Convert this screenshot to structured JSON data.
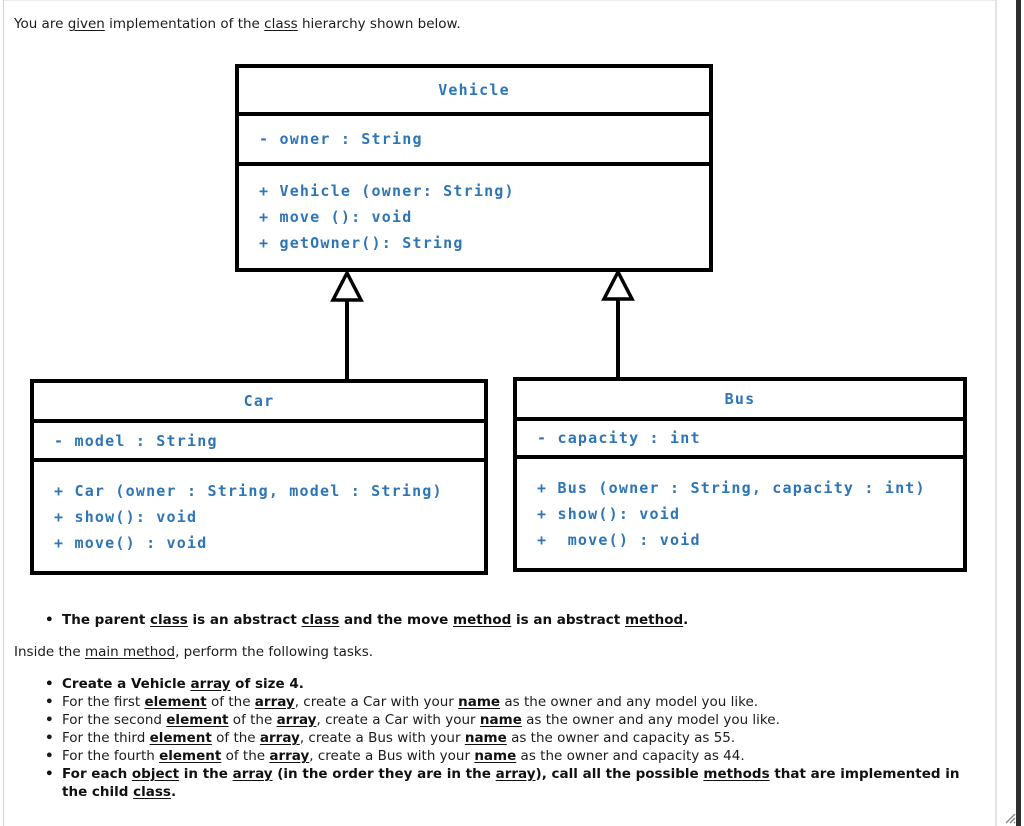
{
  "colors": {
    "diagram_text": "#2E75B6",
    "diagram_border": "#000000",
    "body_text": "#1b1b1b"
  },
  "intro": {
    "segments": [
      {
        "t": "You are "
      },
      {
        "t": "given",
        "u": true
      },
      {
        "t": " implementation of the "
      },
      {
        "t": "class",
        "u": true
      },
      {
        "t": " hierarchy shown below."
      }
    ]
  },
  "diagram": {
    "classes": [
      {
        "name": "Vehicle",
        "attribute": "- owner : String",
        "methods": [
          "+ Vehicle (owner: String)",
          "+ move (): void",
          "+ getOwner(): String"
        ]
      },
      {
        "name": "Car",
        "attribute": "- model : String",
        "methods": [
          "+ Car (owner : String, model : String)",
          "+ show(): void",
          "+ move() : void"
        ]
      },
      {
        "name": "Bus",
        "attribute": "- capacity : int",
        "methods": [
          "+ Bus (owner : String, capacity : int)",
          "+ show(): void",
          "+  move() : void"
        ]
      }
    ],
    "relations": [
      {
        "from": "Car",
        "to": "Vehicle",
        "type": "inheritance"
      },
      {
        "from": "Bus",
        "to": "Vehicle",
        "type": "inheritance"
      }
    ]
  },
  "note": {
    "segments": [
      {
        "t": "The parent "
      },
      {
        "t": "class",
        "u": true
      },
      {
        "t": " is an abstract "
      },
      {
        "t": "class",
        "u": true
      },
      {
        "t": " and the move "
      },
      {
        "t": "method",
        "u": true
      },
      {
        "t": " is an abstract "
      },
      {
        "t": "method",
        "u": true
      },
      {
        "t": "."
      }
    ]
  },
  "tasks": {
    "intro_segments": [
      {
        "t": "Inside the "
      },
      {
        "t": "main method",
        "u": true
      },
      {
        "t": ", perform the following tasks."
      }
    ],
    "items": [
      {
        "segments": [
          {
            "t": "Create a Vehicle "
          },
          {
            "t": "array",
            "u": true
          },
          {
            "t": " of size 4."
          }
        ]
      },
      {
        "segments": [
          {
            "t": "For the first "
          },
          {
            "t": "element",
            "b": true,
            "u": true
          },
          {
            "t": " of the "
          },
          {
            "t": "array",
            "b": true,
            "u": true
          },
          {
            "t": ", create a Car with your "
          },
          {
            "t": "name",
            "b": true,
            "u": true
          },
          {
            "t": " as the owner and any model you like."
          }
        ]
      },
      {
        "segments": [
          {
            "t": "For the second "
          },
          {
            "t": "element",
            "b": true,
            "u": true
          },
          {
            "t": " of the "
          },
          {
            "t": "array",
            "b": true,
            "u": true
          },
          {
            "t": ", create a Car with your "
          },
          {
            "t": "name",
            "b": true,
            "u": true
          },
          {
            "t": " as the owner and any model you like."
          }
        ]
      },
      {
        "segments": [
          {
            "t": "For the third "
          },
          {
            "t": "element",
            "b": true,
            "u": true
          },
          {
            "t": " of the "
          },
          {
            "t": "array",
            "b": true,
            "u": true
          },
          {
            "t": ", create a Bus with your "
          },
          {
            "t": "name",
            "b": true,
            "u": true
          },
          {
            "t": " as the owner and capacity as 55."
          }
        ]
      },
      {
        "segments": [
          {
            "t": "For the fourth "
          },
          {
            "t": "element",
            "b": true,
            "u": true
          },
          {
            "t": " of the "
          },
          {
            "t": "array",
            "b": true,
            "u": true
          },
          {
            "t": ", create a Bus with your "
          },
          {
            "t": "name",
            "b": true,
            "u": true
          },
          {
            "t": " as the owner and capacity as 44."
          }
        ]
      },
      {
        "segments": [
          {
            "t": "For each "
          },
          {
            "t": "object",
            "u": true
          },
          {
            "t": " in the "
          },
          {
            "t": "array",
            "u": true
          },
          {
            "t": " (in the order they are in the "
          },
          {
            "t": "array",
            "u": true
          },
          {
            "t": "), call all the possible "
          },
          {
            "t": "methods",
            "u": true
          },
          {
            "t": " that are implemented in the child "
          },
          {
            "t": "class",
            "u": true
          },
          {
            "t": "."
          }
        ]
      }
    ]
  }
}
